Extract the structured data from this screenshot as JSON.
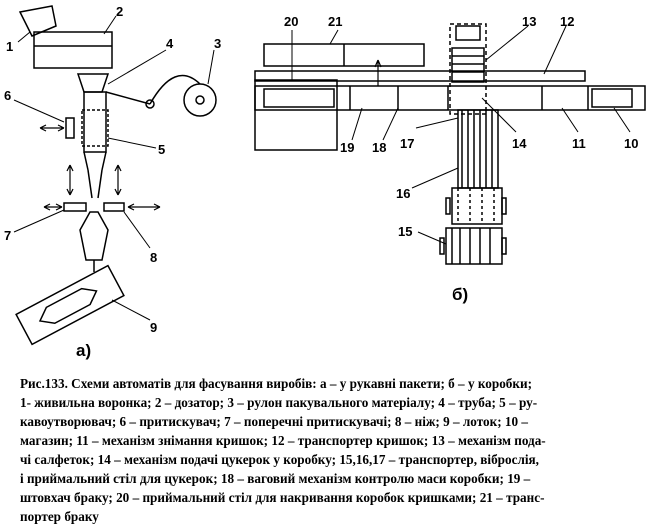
{
  "figure": {
    "labels_left": [
      "1",
      "2",
      "3",
      "4",
      "5",
      "6",
      "7",
      "8",
      "9"
    ],
    "labels_right": [
      "10",
      "11",
      "12",
      "13",
      "14",
      "15",
      "16",
      "17",
      "18",
      "19",
      "20",
      "21"
    ],
    "subfig_a": "а)",
    "subfig_b": "б)"
  },
  "caption": {
    "lines": [
      "Рис.133. Схеми автоматів для фасування виробів: а – у рукавні пакети; б – у коробки;",
      "1- живильна воронка; 2 – дозатор; 3 – рулон пакувального матеріалу; 4 – труба; 5 – ру-",
      "кавоутворювач; 6 – притискувач; 7 – поперечні притискувачі; 8 – ніж; 9 – лоток; 10 –",
      "магазин; 11 – механізм знімання кришок; 12 – транспортер кришок; 13 – механізм пода-",
      "чі салфеток; 14 – механізм подачі цукерок у коробку; 15,16,17 – транспортер, віброслія,",
      "і приймальний стіл для цукерок; 18 – ваговий механізм контролю маси коробки; 19 –",
      "штовхач браку; 20 – приймальний стіл для накривання коробок кришками; 21 – транс-",
      "портер браку"
    ]
  }
}
